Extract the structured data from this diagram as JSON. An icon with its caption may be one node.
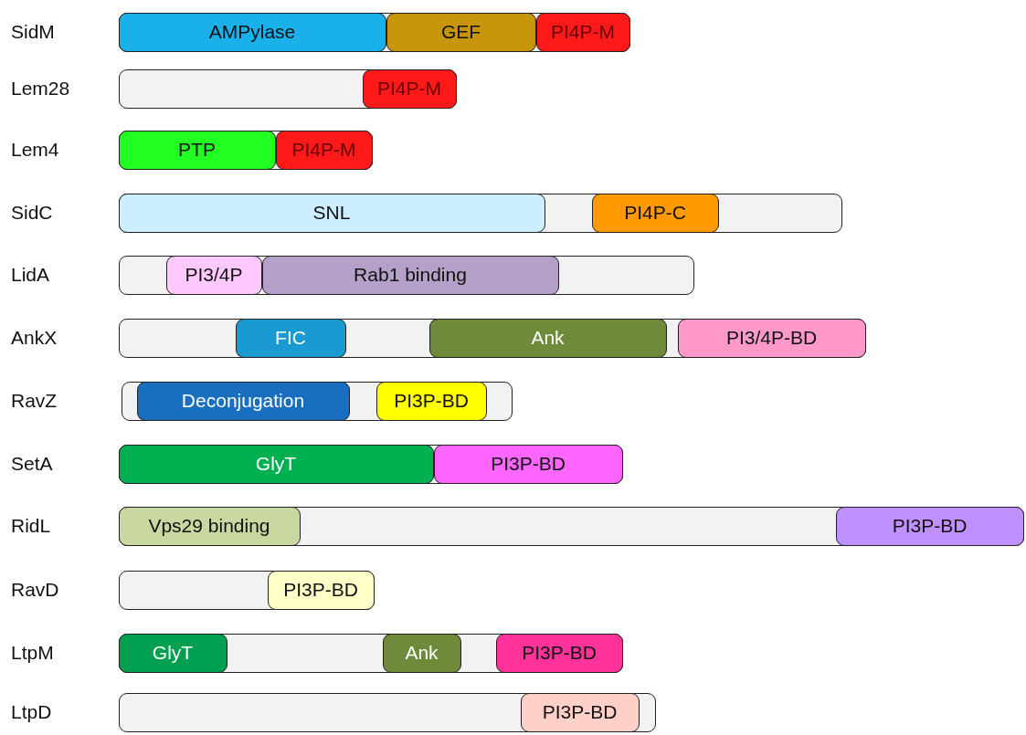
{
  "diagram": {
    "nodes": [
      {
        "text": [],
        "shape": "bar",
        "beside": [
          "SidM"
        ]
      },
      {
        "text": [
          "AMPylase"
        ],
        "in": 0
      },
      {
        "text": [
          "GEF"
        ],
        "in": 0
      },
      {
        "text": [
          "PI4P-M"
        ],
        "in": 0
      },
      {
        "text": [],
        "shape": "bar",
        "beside": [
          "Lem28"
        ]
      },
      {
        "text": [
          "PI4P-M"
        ],
        "in": 4
      },
      {
        "text": [],
        "shape": "bar",
        "beside": [
          "Lem4"
        ]
      },
      {
        "text": [
          "PTP"
        ],
        "in": 6
      },
      {
        "text": [
          "PI4P-M"
        ],
        "in": 6
      },
      {
        "text": [],
        "shape": "bar",
        "beside": [
          "SidC"
        ]
      },
      {
        "text": [
          "SNL"
        ],
        "in": 9
      },
      {
        "text": [
          "PI4P-C"
        ],
        "in": 9
      },
      {
        "text": [],
        "shape": "bar",
        "beside": [
          "LidA"
        ]
      },
      {
        "text": [
          "PI3/4P"
        ],
        "in": 12
      },
      {
        "text": [
          "Rab1 binding"
        ],
        "in": 12
      },
      {
        "text": [],
        "shape": "bar",
        "beside": [
          "AnkX"
        ]
      },
      {
        "text": [
          "FIC"
        ],
        "in": 15
      },
      {
        "text": [
          "Ank"
        ],
        "in": 15
      },
      {
        "text": [
          "PI3/4P-BD"
        ],
        "in": 15
      },
      {
        "text": [],
        "shape": "bar",
        "beside": [
          "RavZ"
        ]
      },
      {
        "text": [
          "Deconjugation"
        ],
        "in": 19
      },
      {
        "text": [
          "PI3P-BD"
        ],
        "in": 19
      },
      {
        "text": [],
        "shape": "bar",
        "beside": [
          "SetA"
        ]
      },
      {
        "text": [
          "GlyT"
        ],
        "in": 22
      },
      {
        "text": [
          "PI3P-BD"
        ],
        "in": 22
      },
      {
        "text": [],
        "shape": "bar",
        "beside": [
          "RidL"
        ]
      },
      {
        "text": [
          "Vps29 binding"
        ],
        "in": 25
      },
      {
        "text": [
          "PI3P-BD"
        ],
        "in": 25
      },
      {
        "text": [],
        "shape": "bar",
        "beside": [
          "RavD"
        ]
      },
      {
        "text": [
          "PI3P-BD"
        ],
        "in": 28
      },
      {
        "text": [],
        "shape": "bar",
        "beside": [
          "LtpM"
        ]
      },
      {
        "text": [
          "GlyT"
        ],
        "in": 30
      },
      {
        "text": [
          "Ank"
        ],
        "in": 30
      },
      {
        "text": [
          "PI3P-BD"
        ],
        "in": 30
      },
      {
        "text": [],
        "shape": "bar",
        "beside": [
          "LtpD"
        ]
      },
      {
        "text": [
          "PI3P-BD"
        ],
        "in": 34
      }
    ]
  }
}
